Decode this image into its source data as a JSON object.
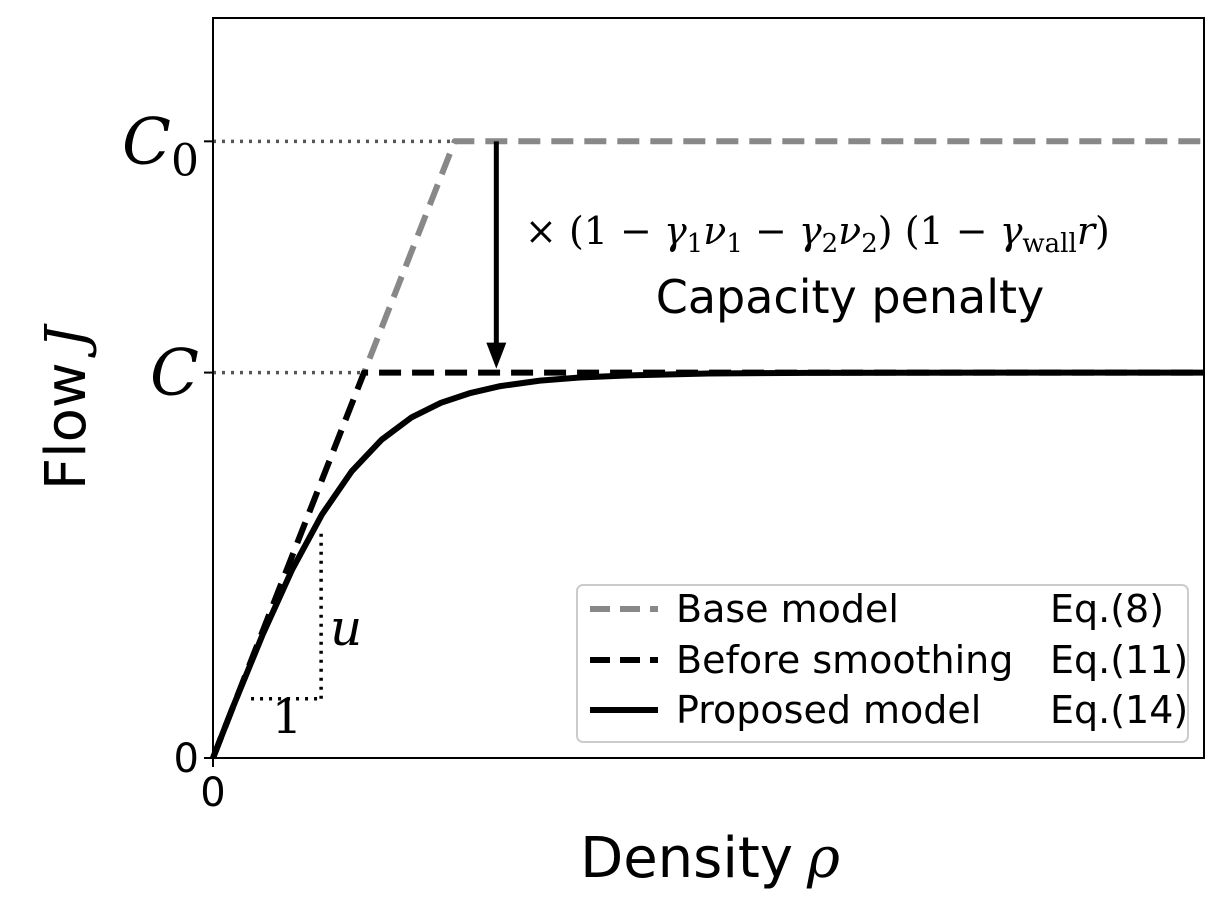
{
  "chart_data": {
    "type": "line",
    "xlabel": "Density",
    "xlabel_symbol": "ρ",
    "ylabel": "Flow",
    "ylabel_symbol": "J",
    "xlim": [
      0,
      1
    ],
    "ylim": [
      0,
      1.2
    ],
    "grid": false,
    "x_ticks": [
      {
        "value": 0,
        "label": "0"
      }
    ],
    "y_ticks": [
      {
        "value": 0,
        "label": "0"
      },
      {
        "value": 0.625,
        "label": "C"
      },
      {
        "value": 1.0,
        "label": "C₀"
      }
    ],
    "parameters": {
      "u": 4.1,
      "C0": 1.0,
      "C": 0.625
    },
    "series": [
      {
        "name": "Base model",
        "equation": "Eq.(8)",
        "style": "dashed",
        "color": "#888888",
        "x": [
          0,
          0.2439,
          1.0
        ],
        "y": [
          0,
          1.0,
          1.0
        ]
      },
      {
        "name": "Before smoothing",
        "equation": "Eq.(11)",
        "style": "dashed",
        "color": "#000000",
        "x": [
          0,
          0.1524,
          1.0
        ],
        "y": [
          0,
          0.625,
          0.625
        ]
      },
      {
        "name": "Proposed model",
        "equation": "Eq.(14)",
        "style": "solid",
        "color": "#000000",
        "x": [
          0,
          0.02,
          0.05,
          0.08,
          0.11,
          0.14,
          0.17,
          0.2,
          0.23,
          0.26,
          0.29,
          0.33,
          0.37,
          0.42,
          0.5,
          0.6,
          0.8,
          1.0
        ],
        "y": [
          0,
          0.082,
          0.2,
          0.306,
          0.395,
          0.465,
          0.516,
          0.552,
          0.576,
          0.592,
          0.603,
          0.612,
          0.617,
          0.6205,
          0.6235,
          0.6245,
          0.625,
          0.625
        ]
      }
    ],
    "annotations": {
      "penalty_factor": {
        "times": "×",
        "f1_open": "(1 − ",
        "g1": "γ",
        "g1_sub": "1",
        "n1": "ν",
        "n1_sub": "1",
        "minus": " − ",
        "g2": "γ",
        "g2_sub": "2",
        "n2": "ν",
        "n2_sub": "2",
        "f1_close": ")",
        "f2_open": "(1 − ",
        "gw": "γ",
        "gw_sub": "wall",
        "r": "r",
        "f2_close": ")"
      },
      "penalty_label": "Capacity penalty",
      "slope_rise_label": "u",
      "slope_run_label": "1"
    },
    "legend": {
      "placement": "lower-right"
    }
  }
}
